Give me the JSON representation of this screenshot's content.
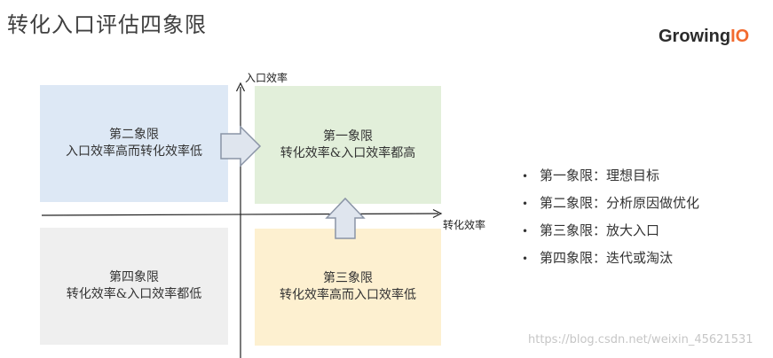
{
  "title": "转化入口评估四象限",
  "logo": {
    "text_main": "Growing",
    "text_accent": "IO"
  },
  "axes": {
    "y_label": "入口效率",
    "x_label": "转化效率"
  },
  "quadrants": {
    "q1": {
      "name": "第一象限",
      "desc": "转化效率&入口效率都高"
    },
    "q2": {
      "name": "第二象限",
      "desc": "入口效率高而转化效率低"
    },
    "q3": {
      "name": "第三象限",
      "desc": "转化效率高而入口效率低"
    },
    "q4": {
      "name": "第四象限",
      "desc": "转化效率&入口效率都低"
    }
  },
  "legend": [
    {
      "bullet": "•",
      "text": "第一象限：理想目标"
    },
    {
      "bullet": "•",
      "text": "第二象限：分析原因做优化"
    },
    {
      "bullet": "•",
      "text": "第三象限：放大入口"
    },
    {
      "bullet": "•",
      "text": "第四象限：迭代或淘汰"
    }
  ],
  "watermark": "https://blog.csdn.net/weixin_45621531",
  "colors": {
    "q1": "#e2efda",
    "q2": "#dde8f5",
    "q3": "#fdf0d0",
    "q4": "#efefef",
    "arrow_fill": "#dfe5ee",
    "arrow_stroke": "#8a94a6",
    "logo_accent": "#f26a2e"
  }
}
